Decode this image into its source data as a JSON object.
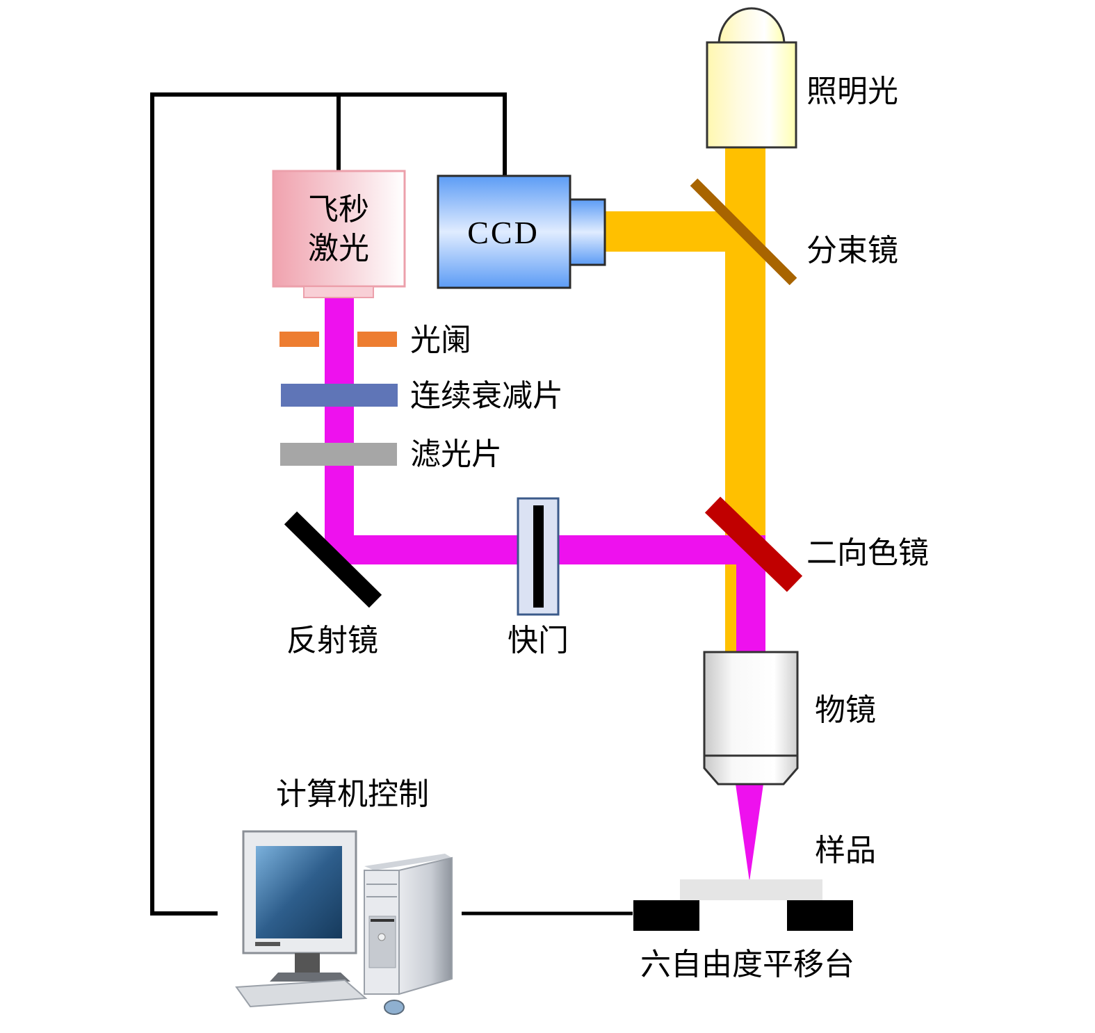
{
  "diagram": {
    "title": "飞秒激光加工系统示意图",
    "components": {
      "laser": {
        "label_line1": "飞秒",
        "label_line2": "激光"
      },
      "ccd": {
        "label": "CCD"
      },
      "illumination": {
        "label": "照明光"
      },
      "beam_splitter": {
        "label": "分束镜"
      },
      "aperture": {
        "label": "光阑"
      },
      "attenuator": {
        "label": "连续衰减片"
      },
      "filter": {
        "label": "滤光片"
      },
      "mirror": {
        "label": "反射镜"
      },
      "shutter": {
        "label": "快门"
      },
      "dichroic_mirror": {
        "label": "二向色镜"
      },
      "objective": {
        "label": "物镜"
      },
      "sample": {
        "label": "样品"
      },
      "stage": {
        "label": "六自由度平移台"
      },
      "computer": {
        "label": "计算机控制"
      }
    },
    "colors": {
      "laser_beam": "#ee11ee",
      "illumination_beam": "#ffc000",
      "beam_splitter": "#a86400",
      "dichroic_mirror": "#c00000",
      "aperture": "#ed7d31",
      "attenuator": "#5f75b7",
      "filter": "#a6a6a6",
      "mirror": "#000000",
      "wire": "#000000"
    }
  }
}
